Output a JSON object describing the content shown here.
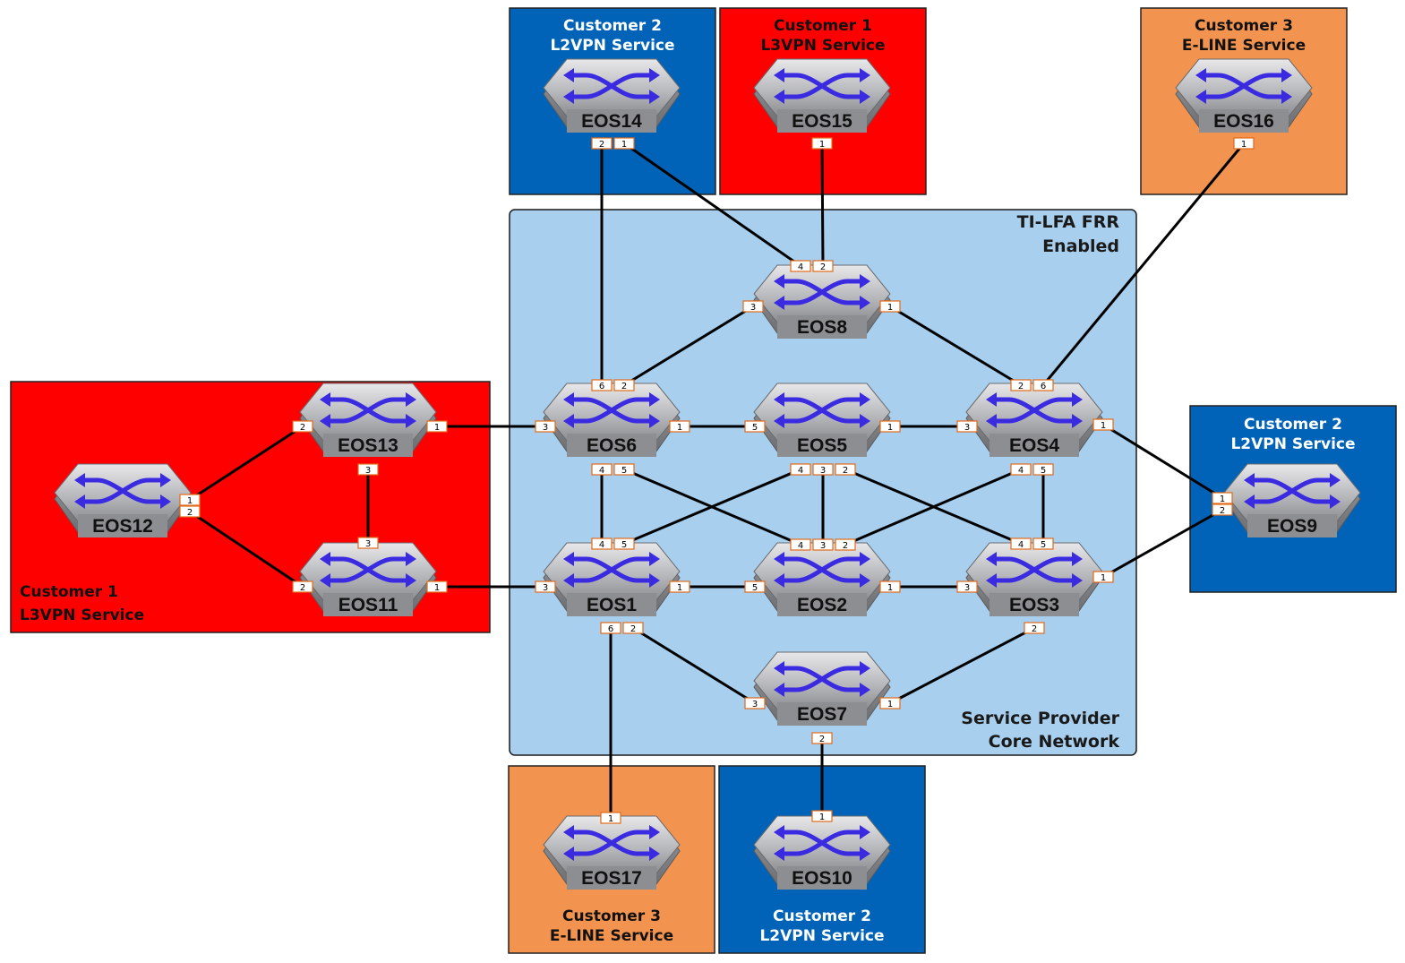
{
  "colors": {
    "customer_red": "#ff0000",
    "customer_blue": "#0063b8",
    "customer_orange": "#f2934f",
    "core_fill": "#a9cfee",
    "blue_label_text": "#ffffff",
    "dark_label_text": "#111111",
    "router_arrows": "#3a2be0",
    "port_border": "#e06a1a"
  },
  "core": {
    "label_top": [
      "TI-LFA FRR",
      "Enabled"
    ],
    "label_bottom": [
      "Service Provider",
      "Core Network"
    ]
  },
  "customer_boxes": [
    {
      "id": "box-eos14",
      "color": "customer_blue",
      "lines": [
        "Customer 2",
        "L2VPN Service"
      ]
    },
    {
      "id": "box-eos15",
      "color": "customer_red",
      "lines": [
        "Customer 1",
        "L3VPN Service"
      ]
    },
    {
      "id": "box-eos16",
      "color": "customer_orange",
      "lines": [
        "Customer 3",
        "E-LINE Service"
      ]
    },
    {
      "id": "box-eos9",
      "color": "customer_blue",
      "lines": [
        "Customer 2",
        "L2VPN Service"
      ]
    },
    {
      "id": "box-left",
      "color": "customer_red",
      "lines": [
        "Customer 1",
        "L3VPN Service"
      ]
    },
    {
      "id": "box-eos17",
      "color": "customer_orange",
      "lines": [
        "Customer 3",
        "E-LINE Service"
      ]
    },
    {
      "id": "box-eos10",
      "color": "customer_blue",
      "lines": [
        "Customer 2",
        "L2VPN Service"
      ]
    }
  ],
  "nodes": [
    {
      "id": "EOS14",
      "label": "EOS14",
      "icon": "switch-icon"
    },
    {
      "id": "EOS15",
      "label": "EOS15",
      "icon": "switch-icon"
    },
    {
      "id": "EOS16",
      "label": "EOS16",
      "icon": "switch-icon"
    },
    {
      "id": "EOS8",
      "label": "EOS8",
      "icon": "switch-icon"
    },
    {
      "id": "EOS6",
      "label": "EOS6",
      "icon": "switch-icon"
    },
    {
      "id": "EOS5",
      "label": "EOS5",
      "icon": "switch-icon"
    },
    {
      "id": "EOS4",
      "label": "EOS4",
      "icon": "switch-icon"
    },
    {
      "id": "EOS1",
      "label": "EOS1",
      "icon": "switch-icon"
    },
    {
      "id": "EOS2",
      "label": "EOS2",
      "icon": "switch-icon"
    },
    {
      "id": "EOS3",
      "label": "EOS3",
      "icon": "switch-icon"
    },
    {
      "id": "EOS7",
      "label": "EOS7",
      "icon": "switch-icon"
    },
    {
      "id": "EOS13",
      "label": "EOS13",
      "icon": "switch-icon"
    },
    {
      "id": "EOS11",
      "label": "EOS11",
      "icon": "switch-icon"
    },
    {
      "id": "EOS12",
      "label": "EOS12",
      "icon": "switch-icon"
    },
    {
      "id": "EOS9",
      "label": "EOS9",
      "icon": "switch-icon"
    },
    {
      "id": "EOS17",
      "label": "EOS17",
      "icon": "switch-icon"
    },
    {
      "id": "EOS10",
      "label": "EOS10",
      "icon": "switch-icon"
    }
  ],
  "links": [
    {
      "a": "EOS14",
      "a_port": "2",
      "b": "EOS6",
      "b_port": "6"
    },
    {
      "a": "EOS14",
      "a_port": "1",
      "b": "EOS8",
      "b_port": "4"
    },
    {
      "a": "EOS15",
      "a_port": "1",
      "b": "EOS8",
      "b_port": "2"
    },
    {
      "a": "EOS16",
      "a_port": "1",
      "b": "EOS4",
      "b_port": "6"
    },
    {
      "a": "EOS8",
      "a_port": "3",
      "b": "EOS6",
      "b_port": "2"
    },
    {
      "a": "EOS8",
      "a_port": "1",
      "b": "EOS4",
      "b_port": "2"
    },
    {
      "a": "EOS6",
      "a_port": "1",
      "b": "EOS5",
      "b_port": "5"
    },
    {
      "a": "EOS5",
      "a_port": "1",
      "b": "EOS4",
      "b_port": "3"
    },
    {
      "a": "EOS6",
      "a_port": "4",
      "b": "EOS1",
      "b_port": "4"
    },
    {
      "a": "EOS6",
      "a_port": "5",
      "b": "EOS2",
      "b_port": "4"
    },
    {
      "a": "EOS5",
      "a_port": "4",
      "b": "EOS1",
      "b_port": "5"
    },
    {
      "a": "EOS5",
      "a_port": "3",
      "b": "EOS2",
      "b_port": "3"
    },
    {
      "a": "EOS5",
      "a_port": "2",
      "b": "EOS3",
      "b_port": "4"
    },
    {
      "a": "EOS4",
      "a_port": "4",
      "b": "EOS2",
      "b_port": "2"
    },
    {
      "a": "EOS4",
      "a_port": "5",
      "b": "EOS3",
      "b_port": "5"
    },
    {
      "a": "EOS1",
      "a_port": "1",
      "b": "EOS2",
      "b_port": "5"
    },
    {
      "a": "EOS2",
      "a_port": "1",
      "b": "EOS3",
      "b_port": "3"
    },
    {
      "a": "EOS1",
      "a_port": "2",
      "b": "EOS7",
      "b_port": "3"
    },
    {
      "a": "EOS3",
      "a_port": "2",
      "b": "EOS7",
      "b_port": "1"
    },
    {
      "a": "EOS1",
      "a_port": "6",
      "b": "EOS17",
      "b_port": "1"
    },
    {
      "a": "EOS7",
      "a_port": "2",
      "b": "EOS10",
      "b_port": "1"
    },
    {
      "a": "EOS4",
      "a_port": "1",
      "b": "EOS9",
      "b_port": "1"
    },
    {
      "a": "EOS3",
      "a_port": "1",
      "b": "EOS9",
      "b_port": "2"
    },
    {
      "a": "EOS13",
      "a_port": "1",
      "b": "EOS6",
      "b_port": "3"
    },
    {
      "a": "EOS11",
      "a_port": "1",
      "b": "EOS1",
      "b_port": "3"
    },
    {
      "a": "EOS13",
      "a_port": "3",
      "b": "EOS11",
      "b_port": "3"
    },
    {
      "a": "EOS12",
      "a_port": "1",
      "b": "EOS13",
      "b_port": "2"
    },
    {
      "a": "EOS12",
      "a_port": "2",
      "b": "EOS11",
      "b_port": "2"
    }
  ]
}
